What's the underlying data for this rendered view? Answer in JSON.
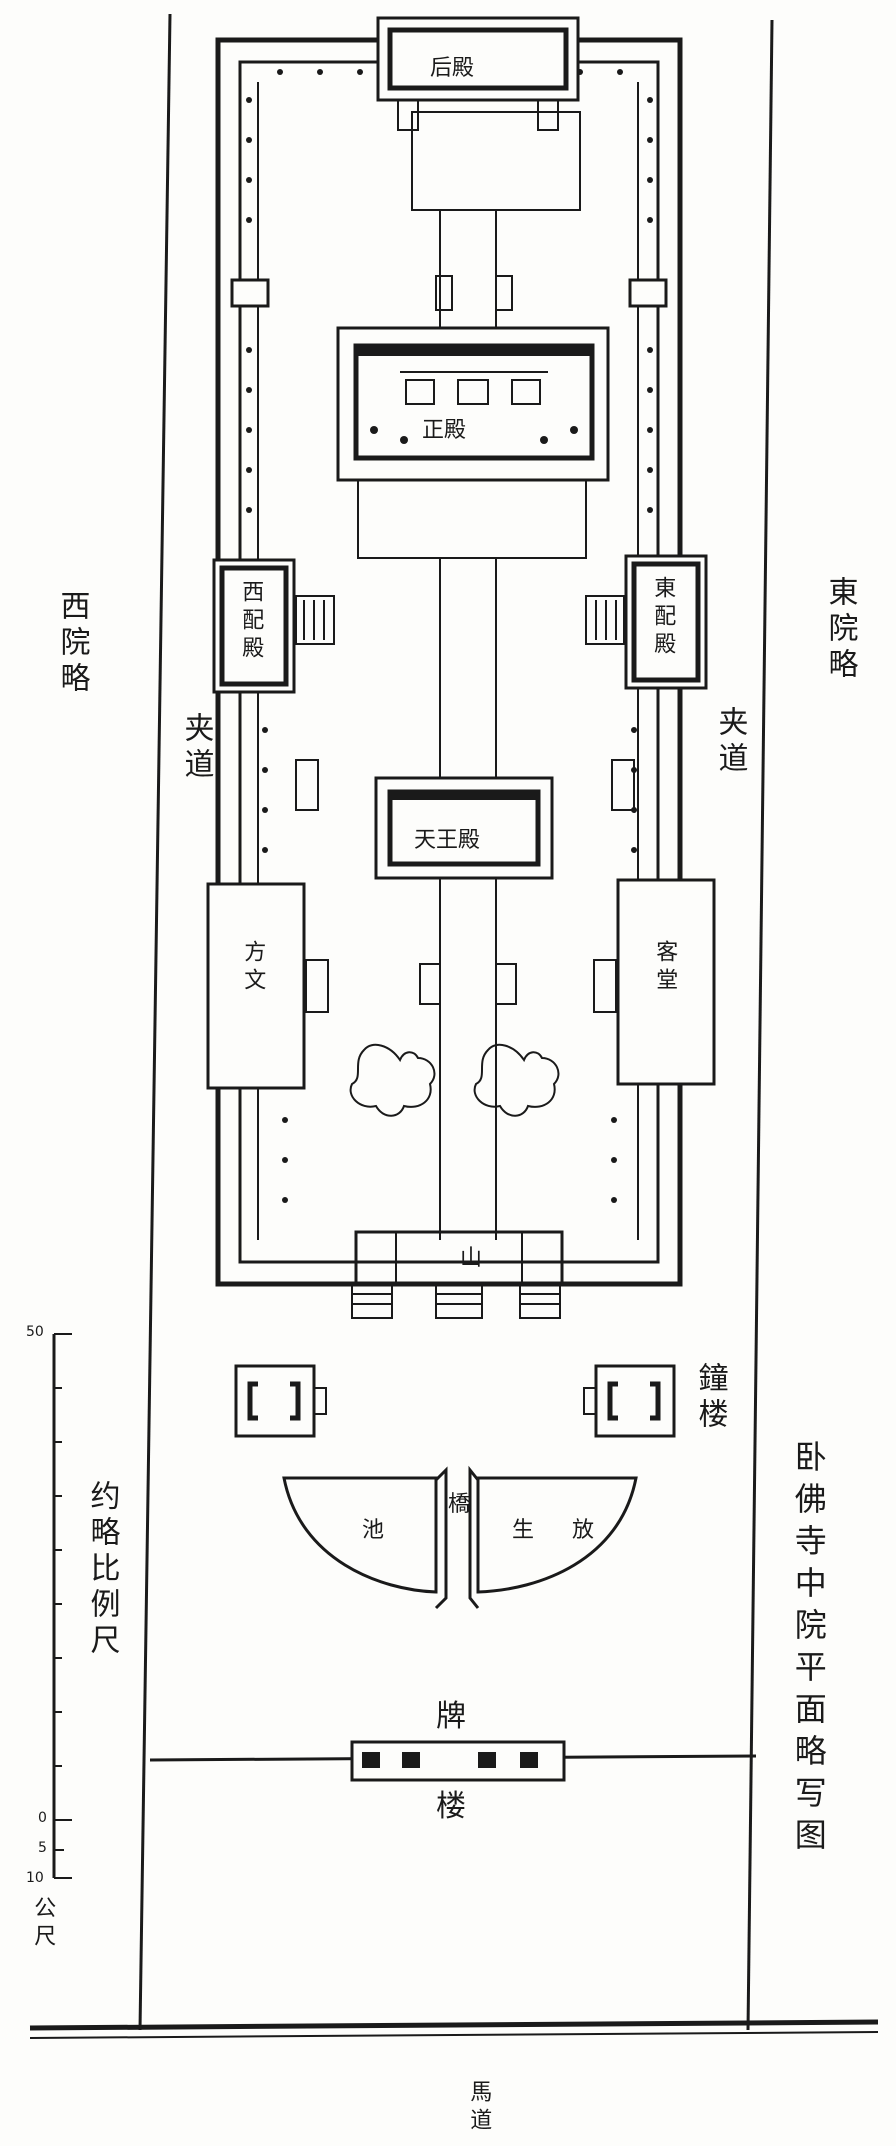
{
  "labels": {
    "rear_hall": "后殿",
    "main_hall": "正殿",
    "west_side_hall": "西配殿",
    "east_side_hall": "東配殿",
    "heavenly_king_hall": "天王殿",
    "abbot": "方文",
    "guest_hall": "客堂",
    "mountain_gate": "山",
    "bell_tower": "鐘楼",
    "bridge": "橋",
    "release_pond_left": "池",
    "release_pond_mid": "生",
    "release_pond_right": "放",
    "memorial_arch_top": "牌",
    "memorial_arch_bottom": "楼",
    "west_courtyard": "西院略",
    "east_courtyard": "東院略",
    "west_lane": "夹道",
    "east_lane": "夹道",
    "plan_title": "卧佛寺中院平面略写图",
    "scale_title": "约略比例尺",
    "scale_tick_50": "50",
    "scale_tick_0": "0",
    "scale_tick_5": "5",
    "scale_tick_10": "10",
    "scale_unit": "公尺",
    "road": "馬道"
  }
}
